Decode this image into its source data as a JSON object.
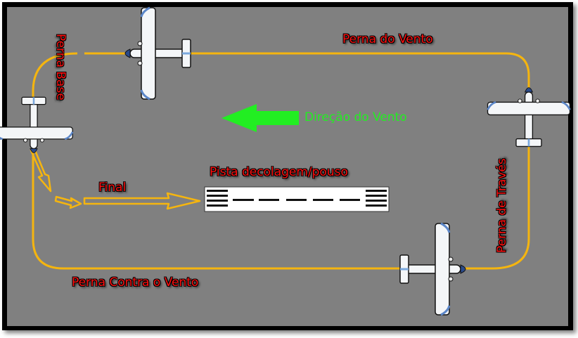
{
  "labels": {
    "downwind": "Perna do Vento",
    "base": "Perna Base",
    "crosswind": "Perna de Través",
    "upwind": "Perna Contra o Vento",
    "final": "Final",
    "runway": "Pista decolagem/pouso",
    "wind_direction": "Direção do Vento"
  },
  "colors": {
    "background": "#808080",
    "circuit": "#f5b50f",
    "label_text": "#ff1010",
    "wind_arrow": "#22ee22"
  }
}
